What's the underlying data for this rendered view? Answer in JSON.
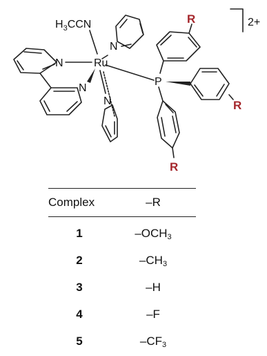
{
  "structure": {
    "charge": "2+",
    "metal": "Ru",
    "acetonitrile": {
      "main": "H",
      "sub": "3",
      "rest": "CCN"
    },
    "phosphorus": "P",
    "nitrogen": "N",
    "substituent": "R",
    "substituent_color": "#a5262b"
  },
  "table": {
    "header": {
      "col1": "Complex",
      "col2": "–R"
    },
    "rows": [
      {
        "complex": "1",
        "r_main": "–OCH",
        "r_sub": "3"
      },
      {
        "complex": "2",
        "r_main": "–CH",
        "r_sub": "3"
      },
      {
        "complex": "3",
        "r_main": "–H",
        "r_sub": ""
      },
      {
        "complex": "4",
        "r_main": "–F",
        "r_sub": ""
      },
      {
        "complex": "5",
        "r_main": "–CF",
        "r_sub": "3"
      }
    ]
  }
}
